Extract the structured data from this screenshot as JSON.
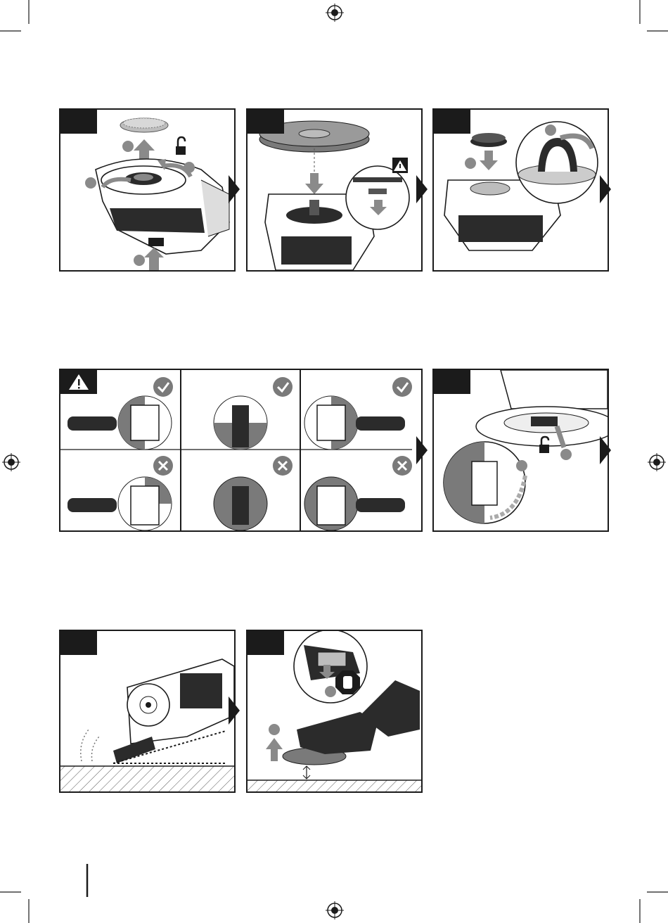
{
  "page": {
    "colors": {
      "ink": "#1b1b1b",
      "mid": "#7a7a7a",
      "light": "#bdbdbd",
      "badge": "#8a8a8a",
      "paper": "#ffffff"
    }
  },
  "icons": [
    "registration-mark",
    "crop-marks",
    "unlock-padlock",
    "warning-triangle",
    "check-badge",
    "cross-badge",
    "stop-hand",
    "next-step-arrow"
  ],
  "rows": [
    {
      "name": "disc-fitting",
      "panels": [
        "remove-flange-nut",
        "fit-disc",
        "tighten-flange-nut"
      ]
    },
    {
      "name": "guard-position",
      "panels": [
        "guard-orientation-grid",
        "adjust-guard"
      ]
    },
    {
      "name": "operation",
      "panels": [
        "grinding-angle",
        "switch-off"
      ]
    }
  ]
}
